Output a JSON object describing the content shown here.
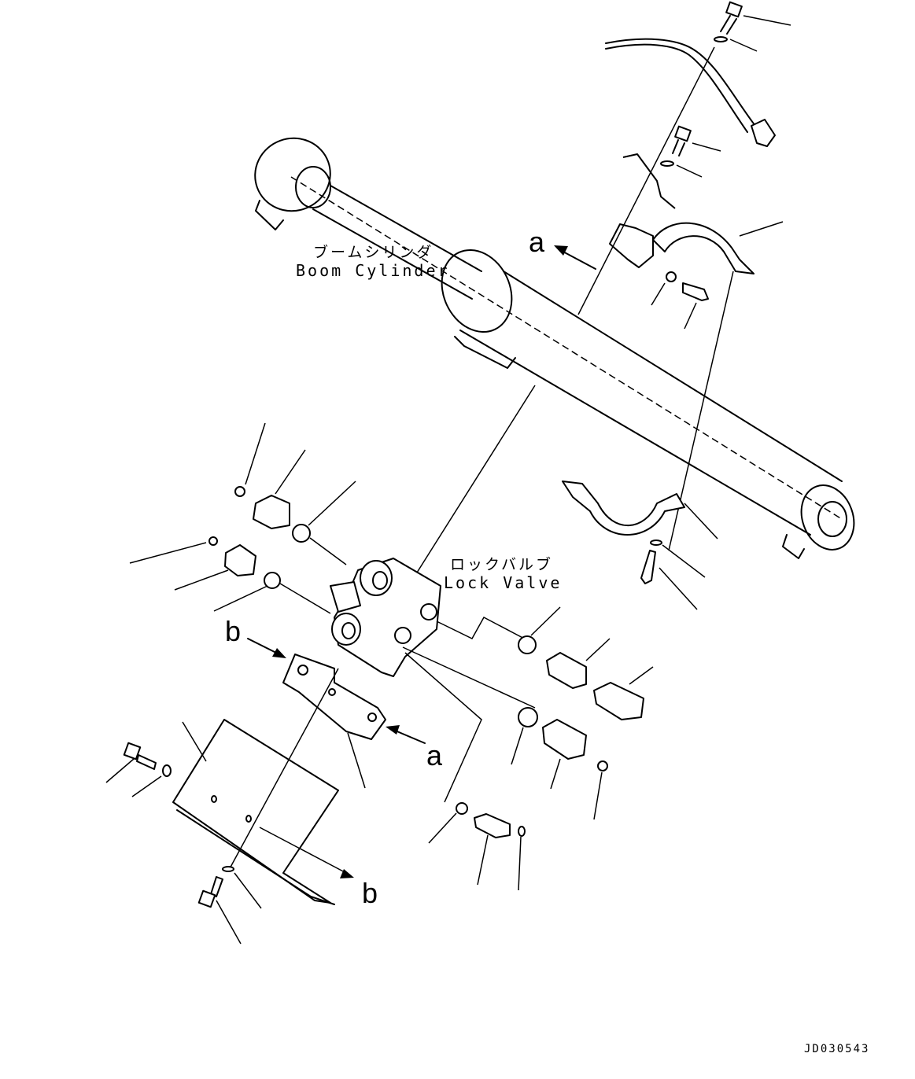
{
  "labels": {
    "boom_cylinder_jp": "ブームシリンダ",
    "boom_cylinder_en": "Boom Cylinder",
    "lock_valve_jp": "ロックバルブ",
    "lock_valve_en": "Lock Valve",
    "view_a_top": "a",
    "view_a_mid": "a",
    "view_b_left": "b",
    "view_b_bottom": "b",
    "drawing_code": "JD030543"
  }
}
